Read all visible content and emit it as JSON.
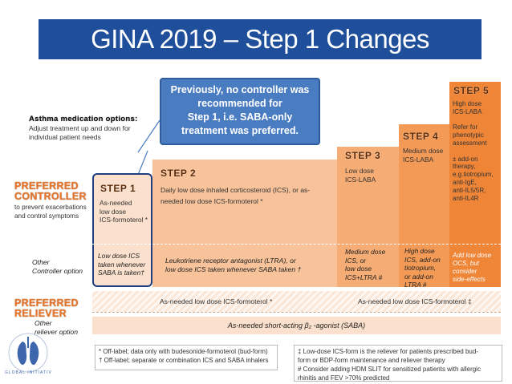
{
  "title": "GINA 2019 – Step 1 Changes",
  "callout": [
    "Previously, no controller was",
    "recommended for",
    "Step 1, i.e. SABA-only",
    "treatment was preferred."
  ],
  "options": {
    "heading": "Asthma medication options:",
    "sub": [
      "Adjust treatment up and down for",
      "individual patient needs"
    ]
  },
  "left": {
    "preferred_controller": [
      "PREFERRED",
      "CONTROLLER"
    ],
    "controller_sub": [
      "to prevent exacerbations",
      "and control symptoms"
    ],
    "other_controller": [
      "Other",
      "Controller option"
    ],
    "preferred_reliever": [
      "PREFERRED",
      "RELIEVER"
    ],
    "other_reliever": [
      "Other",
      "reliever option"
    ]
  },
  "steps": {
    "step1": {
      "name": "STEP 1",
      "preferred": [
        "As-needed",
        "low dose",
        "ICS-formoterol *"
      ],
      "other": [
        "Low dose ICS",
        "taken whenever",
        "SABA is taken†"
      ]
    },
    "step2": {
      "name": "STEP 2",
      "preferred": [
        "Daily low dose inhaled corticosteroid (ICS),  or as-",
        "needed low dose ICS-formoterol *"
      ],
      "other": [
        "Leukotriene receptor antagonist (LTRA), or",
        "low dose ICS taken whenever SABA taken †"
      ]
    },
    "step3": {
      "name": "STEP 3",
      "preferred": [
        "Low dose",
        "ICS-LABA"
      ],
      "other": [
        "Medium dose",
        "ICS, or",
        "low dose",
        "ICS+LTRA #"
      ]
    },
    "step4": {
      "name": "STEP 4",
      "preferred": [
        "Medium dose",
        "ICS-LABA"
      ],
      "other": [
        "High dose",
        "ICS, add-on",
        "tiotropium,",
        "or  add-on",
        "LTRA #"
      ]
    },
    "step5": {
      "name": "STEP 5",
      "preferred": [
        "High dose",
        "ICS-LABA",
        "",
        "Refer for",
        "phenotypic",
        "assessment",
        "",
        "± add-on",
        "therapy,",
        "e.g.tiotropium,",
        "anti-IgE,",
        "anti-IL5/5R,",
        "anti-IL4R"
      ],
      "other": [
        "Add low dose",
        "OCS, but",
        "consider",
        "side-effects"
      ]
    }
  },
  "reliever": {
    "left": "As-needed low dose ICS-formoterol *",
    "right": "As-needed low dose ICS-formoterol ‡",
    "other": "As-needed short-acting β₂ -agonist (SABA)"
  },
  "footnotes": {
    "left": [
      "* Off-label; data only with budesonide-formoterol (bud-form)",
      "† Off-label; separate or combination ICS and SABA inhalers"
    ],
    "right": [
      "‡ Low-dose ICS-form is the reliever for patients prescribed  bud-",
      "form or BDP-form maintenance and reliever therapy",
      "# Consider adding HDM SLIT for sensitized patients with allergic",
      "rhinitis and FEV  >70% predicted"
    ]
  },
  "logo_text": "GLOBAL INITIATIVE FOR ASTHMA",
  "colors": {
    "title_bg": "#1f4e9a",
    "callout_bg": "#4a7cc1",
    "step1": "#fbe1cd",
    "step2": "#f8c39b",
    "step3": "#f6ad75",
    "step4": "#f39a56",
    "step5": "#ef8537",
    "accent_text": "#e8772e"
  }
}
